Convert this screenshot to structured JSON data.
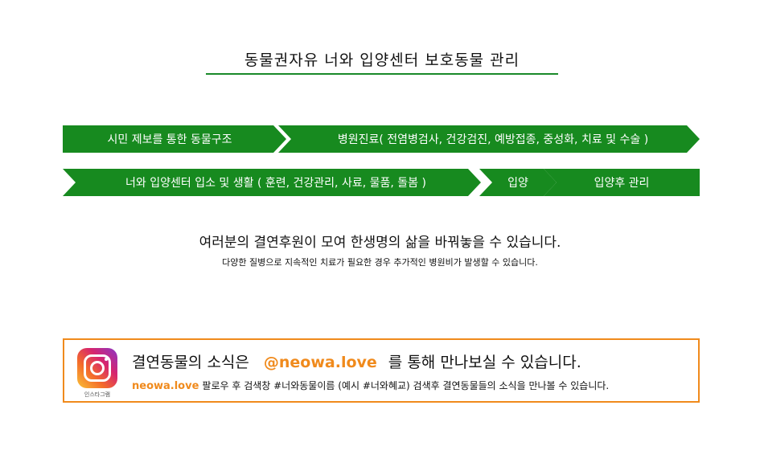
{
  "title": "동물권자유 너와 입양센터  보호동물 관리",
  "flow": {
    "step1": "시민 제보를 통한 동물구조",
    "step2": "병원진료( 전염병검사, 건강검진, 예방접종, 중성화, 치료 및 수술 )",
    "step3": "너와 입양센터 입소 및 생활 ( 훈련, 건강관리, 사료, 물품, 돌봄 )",
    "step4": "입양",
    "step5": "입양후 관리"
  },
  "messages": {
    "main": "여러분의 결연후원이 모여 한생명의 삶을 바꿔놓을 수 있습니다.",
    "sub": "다양한 질병으로 지속적인 치료가 필요한 경우 추가적인 병원비가 발생할 수 있습니다."
  },
  "instagram": {
    "logo_caption": "인스타그램",
    "line1_prefix": "결연동물의 소식은",
    "handle": "@neowa.love",
    "line1_suffix": "를 통해 만나보실 수 있습니다.",
    "line2_handle": "neowa.love",
    "line2_text": "팔로우 후  검색창  #너와동물이름 (예시 #너와혜교) 검색후 결연동물들의 소식을 만나볼 수 있습니다.",
    "accent_color": "#f08a1c",
    "icon": "instagram-icon"
  },
  "colors": {
    "arrow_green": "#178a1f",
    "box_border": "#f08a1c"
  }
}
